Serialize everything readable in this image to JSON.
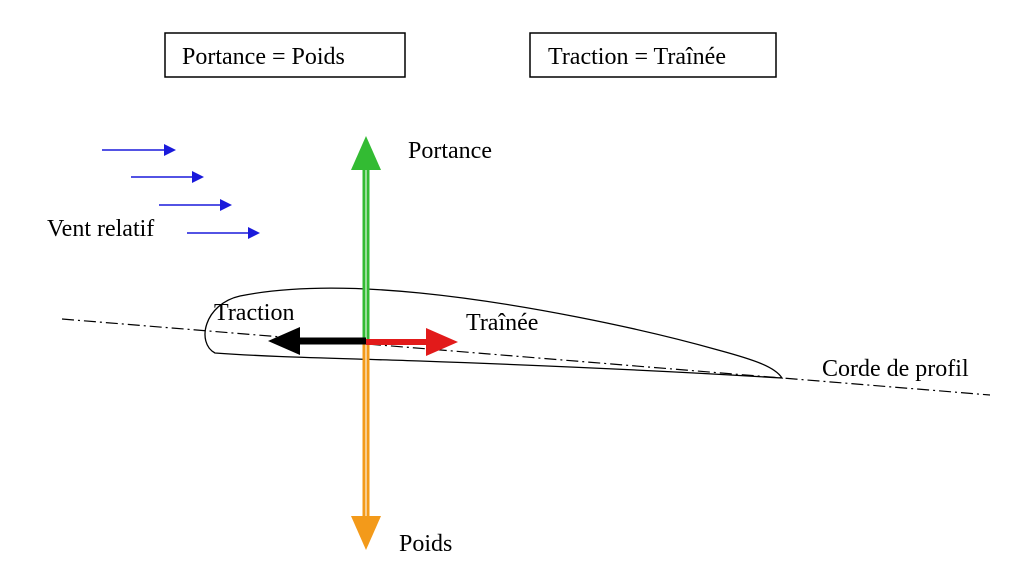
{
  "boxes": {
    "equation_1": "Portance = Poids",
    "equation_2": "Traction = Traînée"
  },
  "labels": {
    "portance": "Portance",
    "vent_relatif": "Vent relatif",
    "traction": "Traction",
    "trainee": "Traînée",
    "corde": "Corde de profil",
    "poids": "Poids"
  },
  "colors": {
    "portance": "#33bb33",
    "poids": "#f39a1a",
    "trainee": "#e21a1a",
    "traction": "#000000",
    "wind": "#1a1adb"
  },
  "icons": {
    "wind": "arrow-right-icon"
  }
}
